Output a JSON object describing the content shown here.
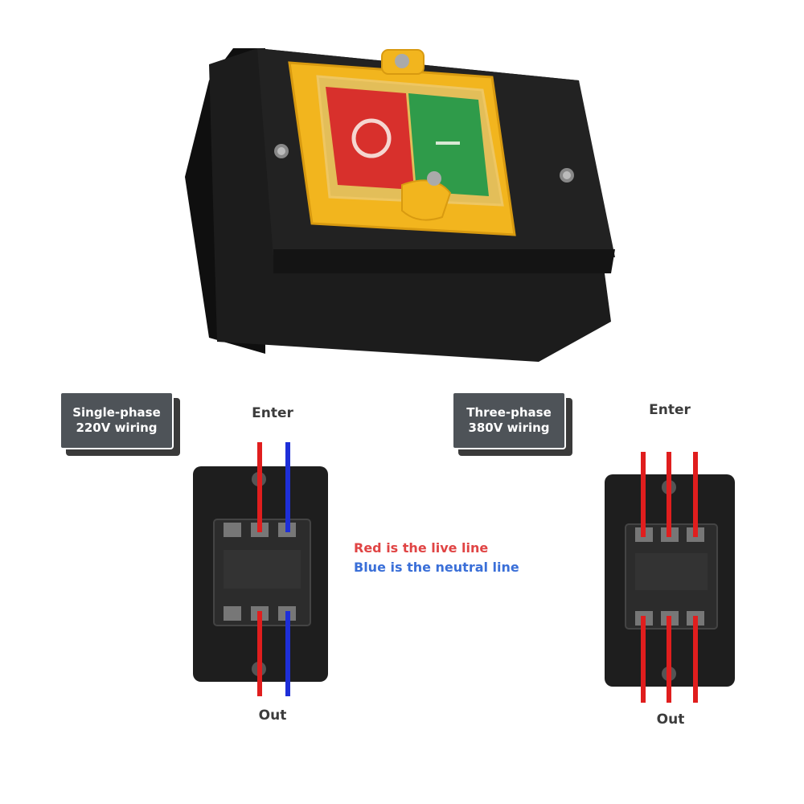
{
  "product": {
    "button_off_symbol": "O",
    "button_on_symbol": "|"
  },
  "single_phase": {
    "badge_line1": "Single-phase",
    "badge_line2": "220V wiring",
    "enter_label": "Enter",
    "out_label": "Out",
    "wires": [
      "live",
      "neutral"
    ]
  },
  "three_phase": {
    "badge_line1": "Three-phase",
    "badge_line2": "380V wiring",
    "enter_label": "Enter",
    "out_label": "Out",
    "wires": [
      "live",
      "live",
      "live"
    ]
  },
  "legend": {
    "live_text": "Red is the live line",
    "neutral_text": "Blue is the neutral line"
  },
  "colors": {
    "live": "#e01e1e",
    "neutral": "#1e2fd8",
    "housing": "#1b1b1b",
    "frame": "#f2b51e",
    "button_red": "#d8302c",
    "button_green": "#2f9b4a",
    "badge": "#4e5358"
  }
}
